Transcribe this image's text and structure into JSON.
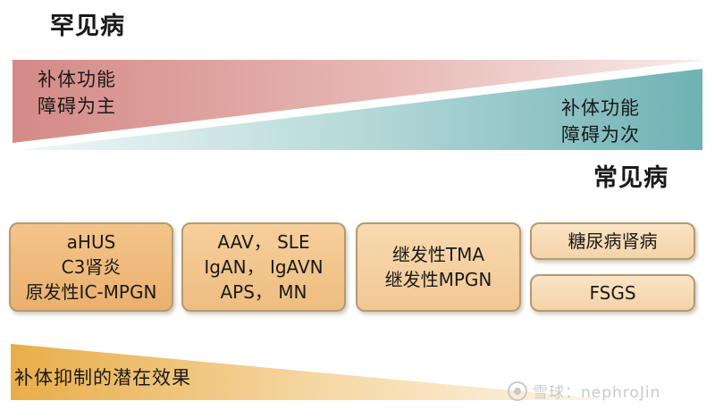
{
  "headings": {
    "rare": "罕见病",
    "common": "常见病"
  },
  "top_wedge": {
    "label_lines": [
      "补体功能",
      "障碍为主"
    ]
  },
  "bottom_wedge": {
    "label_lines": [
      "补体功能",
      "障碍为次"
    ]
  },
  "disease_boxes": [
    {
      "lines": [
        "aHUS",
        "C3肾炎",
        "原发性IC-MPGN"
      ]
    },
    {
      "lines": [
        "AAV， SLE",
        "IgAN， IgAVN",
        "APS， MN"
      ]
    },
    {
      "lines": [
        "继发性TMA",
        "继发性MPGN"
      ]
    },
    {
      "lines": [
        "糖尿病肾病"
      ]
    },
    {
      "lines": [
        "FSGS"
      ]
    }
  ],
  "complement_wedge": {
    "label": "补体抑制的潜在效果"
  },
  "colors": {
    "red_wedge_start": "#d48a86",
    "red_wedge_end": "#f6e6e4",
    "teal_wedge_start": "#e6f1f1",
    "teal_wedge_end": "#6fb2b4",
    "gold_wedge_start": "#e9ad4a",
    "gold_wedge_end": "#fbf1df"
  },
  "watermark": {
    "text": "雪球：nephroJin",
    "icon": "snowball-logo-icon"
  }
}
